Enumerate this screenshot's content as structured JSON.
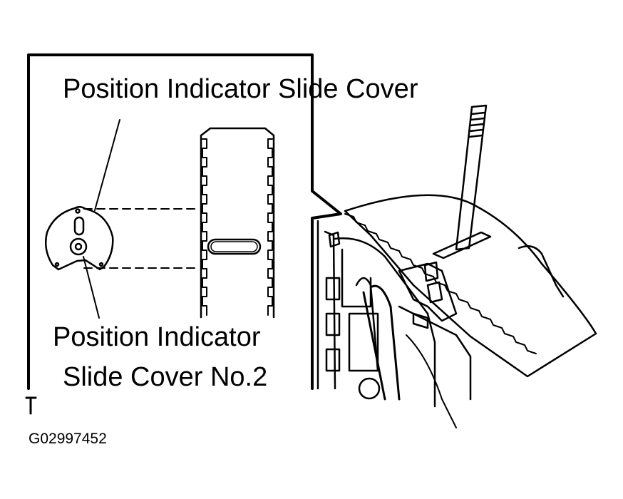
{
  "labels": {
    "slide_cover": "Position Indicator Slide Cover",
    "slide_cover_no2_line1": "Position Indicator",
    "slide_cover_no2_line2": "Slide Cover No.2",
    "figure_code": "G02997452"
  },
  "colors": {
    "line": "#000000",
    "background": "#ffffff"
  }
}
